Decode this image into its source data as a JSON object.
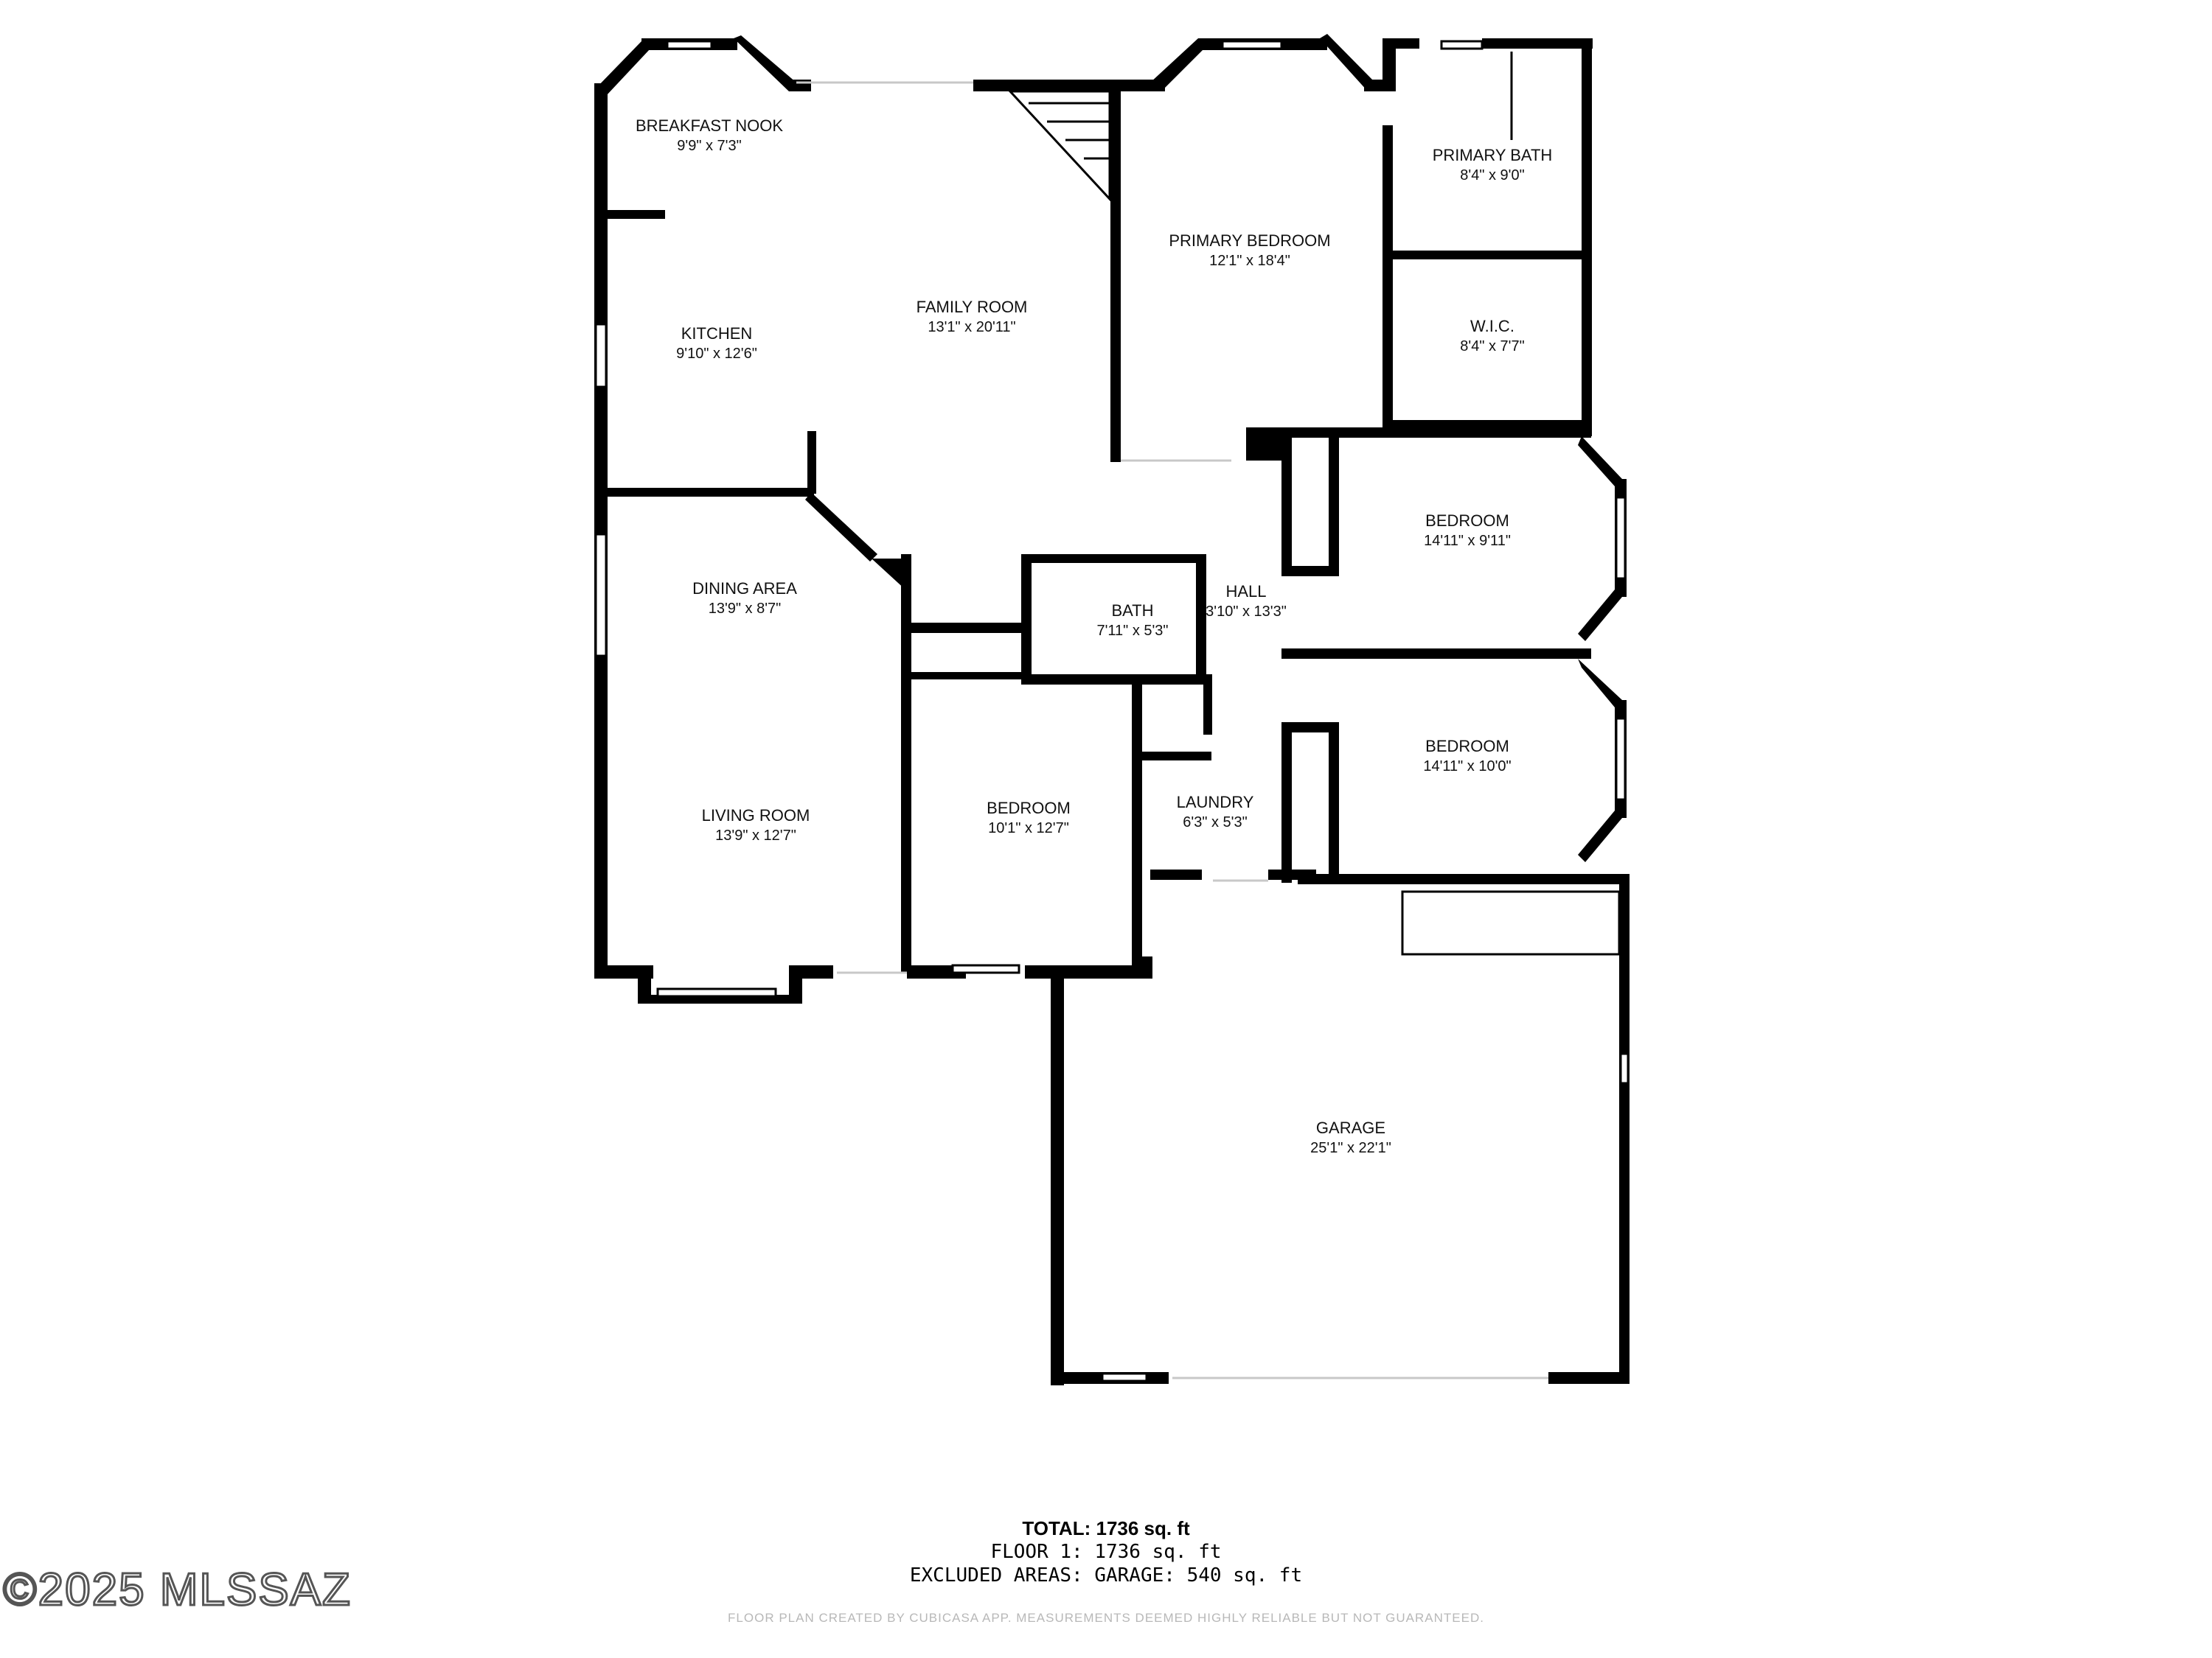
{
  "rooms": [
    {
      "name": "BREAKFAST NOOK",
      "dims": "9'9\" x 7'3\""
    },
    {
      "name": "KITCHEN",
      "dims": "9'10\" x 12'6\""
    },
    {
      "name": "FAMILY ROOM",
      "dims": "13'1\" x 20'11\""
    },
    {
      "name": "PRIMARY BEDROOM",
      "dims": "12'1\" x 18'4\""
    },
    {
      "name": "PRIMARY BATH",
      "dims": "8'4\" x 9'0\""
    },
    {
      "name": "W.I.C.",
      "dims": "8'4\" x 7'7\""
    },
    {
      "name": "BEDROOM",
      "dims": "14'11\" x 9'11\""
    },
    {
      "name": "HALL",
      "dims": "3'10\" x 13'3\""
    },
    {
      "name": "BATH",
      "dims": "7'11\" x 5'3\""
    },
    {
      "name": "DINING AREA",
      "dims": "13'9\" x 8'7\""
    },
    {
      "name": "BEDROOM",
      "dims": "14'11\" x 10'0\""
    },
    {
      "name": "LAUNDRY",
      "dims": "6'3\" x 5'3\""
    },
    {
      "name": "LIVING ROOM",
      "dims": "13'9\" x 12'7\""
    },
    {
      "name": "BEDROOM",
      "dims": "10'1\" x 12'7\""
    },
    {
      "name": "GARAGE",
      "dims": "25'1\" x 22'1\""
    }
  ],
  "totals": {
    "total_label": "TOTAL:",
    "total_value": "1736 sq. ft",
    "floor_label": "FLOOR 1:",
    "floor_value": "1736 sq. ft",
    "excluded_label": "EXCLUDED AREAS:",
    "excluded_value": "GARAGE: 540 sq. ft"
  },
  "disclaimer": "FLOOR PLAN CREATED BY CUBICASA APP. MEASUREMENTS DEEMED HIGHLY RELIABLE BUT NOT GUARANTEED.",
  "watermark": "©2025 MLSSAZ",
  "colors": {
    "wall": "#000000",
    "background": "#ffffff",
    "disclaimer": "#b8b8b8"
  }
}
